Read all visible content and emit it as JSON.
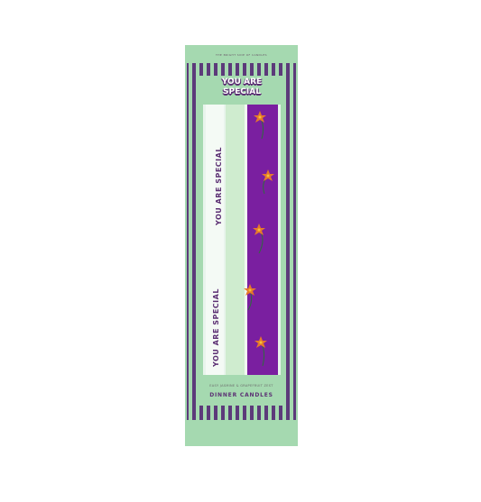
{
  "brand": "THE BRIGHT SIDE OF CANDLES",
  "logo_line1": "YOU ARE",
  "logo_line2": "SPECIAL",
  "candle_text_1": "YOU ARE SPECIAL",
  "candle_text_2": "YOU ARE SPECIAL",
  "scent": "EASY JASMINE & GRAPEFRUIT ZEST",
  "product": "DINNER CANDLES",
  "colors": {
    "box_green": "#a5d9b0",
    "stripe_purple": "#5c3a7a",
    "candle_mint": "#cfeccf",
    "candle_purple": "#7a1fa0",
    "flower_orange": "#e67a2a"
  },
  "icons": [
    "flower-icon"
  ]
}
